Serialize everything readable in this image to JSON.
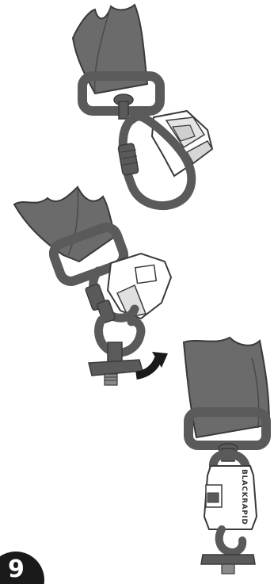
{
  "step": {
    "number": "9"
  },
  "brand": {
    "label": "BLACKRAPID"
  },
  "colors": {
    "strap": "#6b6b6b",
    "metal": "#5a5a5a",
    "outline": "#3a3a3a",
    "plastic": "#ffffff",
    "badge": "#1a1a1a"
  },
  "panels": [
    {
      "name": "carabiner-stage"
    },
    {
      "name": "hook-rotation-stage"
    },
    {
      "name": "locked-stage"
    }
  ]
}
